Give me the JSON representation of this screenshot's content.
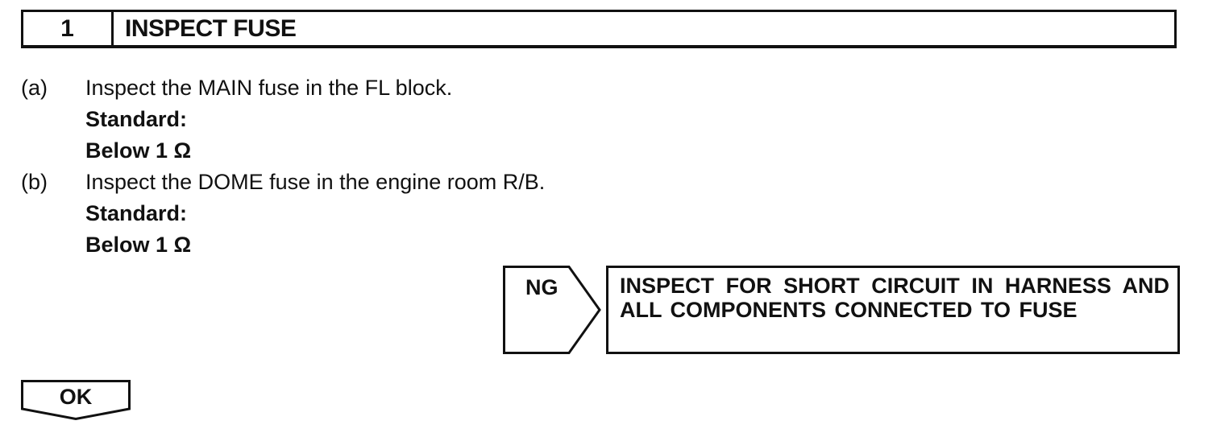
{
  "step": {
    "number": "1",
    "title": "INSPECT FUSE"
  },
  "procedure": [
    {
      "label": "(a)",
      "text": "Inspect the MAIN fuse in the FL block."
    },
    {
      "label": "",
      "text": "Standard:",
      "bold": true
    },
    {
      "label": "",
      "text": "Below 1 Ω",
      "bold": true
    },
    {
      "label": "(b)",
      "text": "Inspect the DOME fuse in the engine room R/B."
    },
    {
      "label": "",
      "text": "Standard:",
      "bold": true
    },
    {
      "label": "",
      "text": "Below 1 Ω",
      "bold": true
    }
  ],
  "ng_branch": {
    "label": "NG",
    "action": "INSPECT FOR SHORT CIRCUIT IN HARNESS AND ALL COMPONENTS CONNECTED TO FUSE"
  },
  "ok_branch": {
    "label": "OK"
  }
}
